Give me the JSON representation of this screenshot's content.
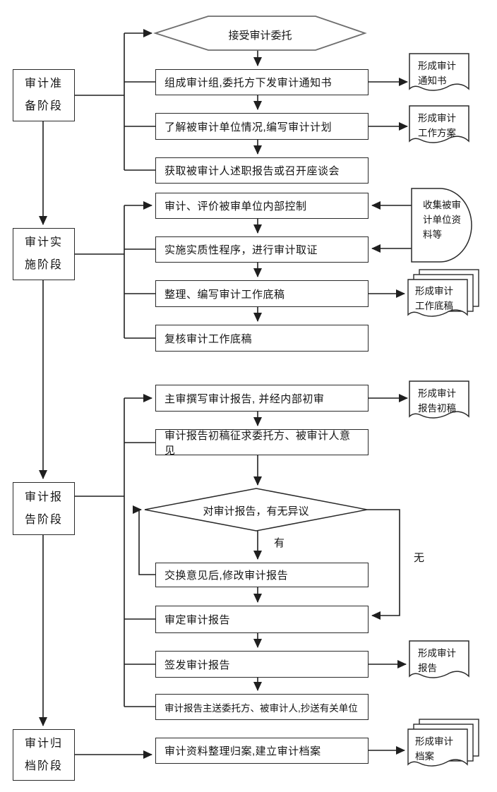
{
  "start": {
    "label": "接受审计委托"
  },
  "stages": [
    {
      "label": "审计准\n备阶段"
    },
    {
      "label": "审计实\n施阶段"
    },
    {
      "label": "审计报\n告阶段"
    },
    {
      "label": "审计归\n档阶段"
    }
  ],
  "steps": [
    {
      "label": "组成审计组,委托方下发审计通知书"
    },
    {
      "label": "了解被审计单位情况,编写审计计划"
    },
    {
      "label": "获取被审计人述职报告或召开座谈会"
    },
    {
      "label": "审计、评价被审单位内部控制"
    },
    {
      "label": "实施实质性程序，进行审计取证"
    },
    {
      "label": "整理、编写审计工作底稿"
    },
    {
      "label": "复核审计工作底稿"
    },
    {
      "label": "主审撰写审计报告, 并经内部初审"
    },
    {
      "label": "审计报告初稿征求委托方、被审计人意见"
    },
    {
      "label": "交换意见后,修改审计报告"
    },
    {
      "label": "审定审计报告"
    },
    {
      "label": "签发审计报告"
    },
    {
      "label": "审计报告主送委托方、被审计人,抄送有关单位"
    },
    {
      "label": "审计资料整理归案,建立审计档案"
    }
  ],
  "decision": {
    "label": "对审计报告，有无异议",
    "yes_label": "有",
    "no_label": "无"
  },
  "documents": [
    {
      "label": "形成审计\n通知书"
    },
    {
      "label": "形成审计\n工作方案"
    },
    {
      "label": "形成审计\n工作底稿"
    },
    {
      "label": "形成审计\n报告初稿"
    },
    {
      "label": "形成审计\n报告"
    },
    {
      "label": "形成审计\n档案"
    }
  ],
  "data_store": {
    "label": "收集被审\n计单位资\n料等"
  },
  "colors": {
    "line": "#1f1f1f",
    "box_border": "#2a2a2a",
    "background": "#ffffff"
  }
}
